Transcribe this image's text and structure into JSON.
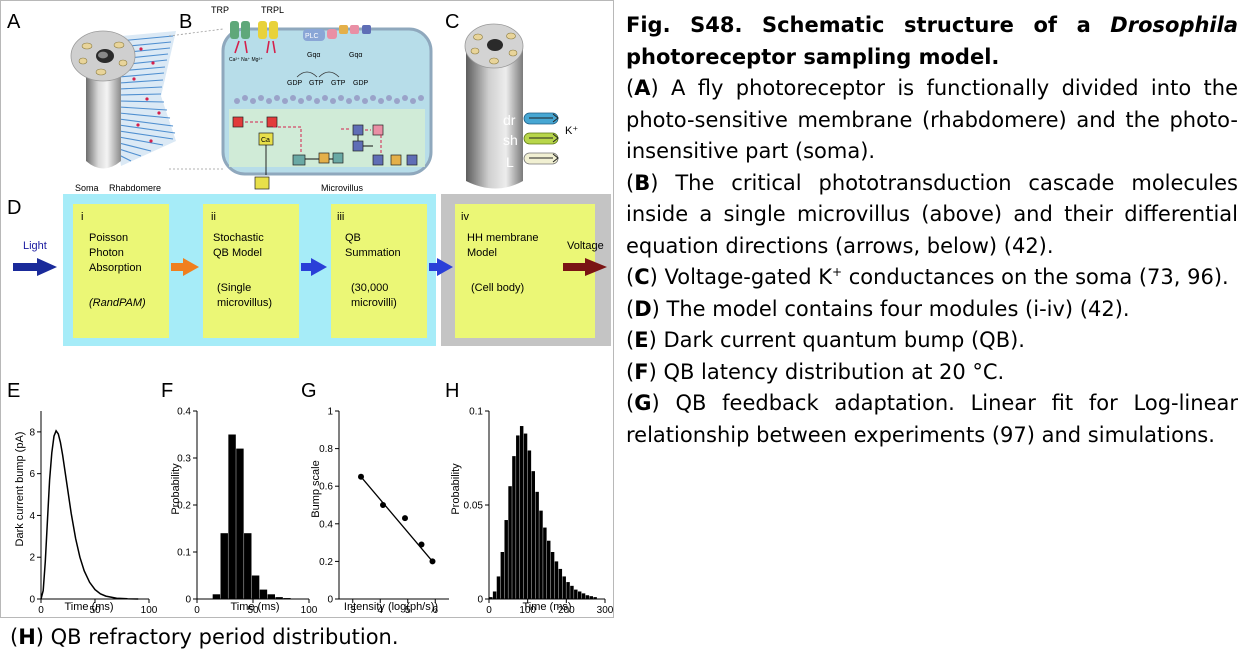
{
  "panels": {
    "A": {
      "letter": "A",
      "label_soma": "Soma",
      "label_rhabdomere": "Rhabdomere"
    },
    "B": {
      "letter": "B",
      "label_trp": "TRP",
      "label_trpl": "TRPL",
      "label_microvillus": "Microvillus",
      "ions": "Ca²⁺  Na⁺  Mg²⁺",
      "label_gdp1": "GDP",
      "label_gtp1": "GTP",
      "label_gtp2": "GTP",
      "label_gdp2": "GDP",
      "label_plc": "PLC",
      "label_gaq1": "Gqα",
      "label_gaq2": "Gqα",
      "label_ca": "Ca"
    },
    "C": {
      "letter": "C",
      "label_dr": "dr",
      "label_sh": "sh",
      "label_l": "L",
      "label_k": "K⁺"
    },
    "D": {
      "letter": "D",
      "input": "Light",
      "output": "Voltage",
      "modules": [
        {
          "num": "i",
          "lines": [
            "Poisson",
            "Photon",
            "Absorption"
          ],
          "extra": "(RandPAM)"
        },
        {
          "num": "ii",
          "lines": [
            "Stochastic",
            "QB Model"
          ],
          "extra": [
            "(Single",
            "microvillus)"
          ]
        },
        {
          "num": "iii",
          "lines": [
            "QB",
            "Summation"
          ],
          "extra": [
            "(30,000",
            "microvilli)"
          ]
        },
        {
          "num": "iv",
          "lines": [
            "HH membrane",
            "Model"
          ],
          "extra": "(Cell body)"
        }
      ]
    },
    "E": {
      "letter": "E",
      "ylabel": "Dark current bump (pA)",
      "xlabel": "Time (ms)"
    },
    "F": {
      "letter": "F",
      "ylabel": "Probability",
      "xlabel": "Time (ms)"
    },
    "G": {
      "letter": "G",
      "ylabel": "Bump scale",
      "xlabel": "Intensity (log(ph/s))"
    },
    "H": {
      "letter": "H",
      "ylabel": "Probability",
      "xlabel": "Time (ms)"
    }
  },
  "caption": {
    "title_part1": "Fig. S48. Schematic structure of a ",
    "title_italic": "Drosophila",
    "title_part2": " photoreceptor sampling model.",
    "items": [
      {
        "key": "A",
        "text": "A fly photoreceptor is functionally divided into the photo-sensitive membrane (rhabdomere) and the photo-insensitive part (soma)."
      },
      {
        "key": "B",
        "text": "The critical phototransduction cascade molecules inside a single microvillus (above) and their differential equation directions (arrows, below) (42)."
      },
      {
        "key": "C",
        "text_before": "Voltage-gated K",
        "sup": "+",
        "text_after": " conductances on the soma (73, 96)."
      },
      {
        "key": "D",
        "text": "The model contains four modules (i-iv) (42)."
      },
      {
        "key": "E",
        "text": "Dark current quantum bump (QB)."
      },
      {
        "key": "F",
        "text": "QB latency distribution at 20 °C."
      },
      {
        "key": "G",
        "text": "QB feedback adaptation. Linear fit for Log-linear relationship between experiments (97) and simulations."
      }
    ],
    "bottom": {
      "key": "H",
      "text": "QB refractory period distribution."
    }
  },
  "chart_data": [
    {
      "panel": "E",
      "type": "line",
      "xlabel": "Time (ms)",
      "ylabel": "Dark current bump (pA)",
      "xlim": [
        0,
        100
      ],
      "ylim": [
        0,
        9
      ],
      "xticks": [
        0,
        50,
        100
      ],
      "yticks": [
        0,
        2,
        4,
        6,
        8
      ],
      "x": [
        0,
        2,
        4,
        6,
        8,
        10,
        12,
        14,
        16,
        18,
        20,
        24,
        28,
        32,
        36,
        40,
        45,
        50,
        55,
        60,
        70,
        80,
        90
      ],
      "y": [
        0,
        0.4,
        1.8,
        3.8,
        5.7,
        7.0,
        7.8,
        8.05,
        7.9,
        7.5,
        6.9,
        5.5,
        4.1,
        2.9,
        2.0,
        1.35,
        0.8,
        0.45,
        0.25,
        0.14,
        0.04,
        0.01,
        0
      ]
    },
    {
      "panel": "F",
      "type": "bar",
      "xlabel": "Time (ms)",
      "ylabel": "Probability",
      "xlim": [
        0,
        100
      ],
      "ylim": [
        0,
        0.4
      ],
      "xticks": [
        0,
        50,
        100
      ],
      "yticks": [
        0,
        0.1,
        0.2,
        0.3,
        0.4
      ],
      "bin_width": 7,
      "bins": [
        17.5,
        24.5,
        31.5,
        38.5,
        45.5,
        52.5,
        59.5,
        66.5,
        73.5,
        80.5,
        87.5
      ],
      "values": [
        0.01,
        0.14,
        0.35,
        0.32,
        0.14,
        0.05,
        0.02,
        0.01,
        0.004,
        0.002,
        0.001
      ]
    },
    {
      "panel": "G",
      "type": "scatter",
      "xlabel": "Intensity (log(ph/s))",
      "ylabel": "Bump scale",
      "xlim": [
        2.5,
        6.5
      ],
      "ylim": [
        0,
        1
      ],
      "xticks": [
        3,
        4,
        5,
        6
      ],
      "yticks": [
        0,
        0.2,
        0.4,
        0.6,
        0.8,
        1
      ],
      "x": [
        3.3,
        4.1,
        4.9,
        5.5,
        5.9
      ],
      "y": [
        0.65,
        0.5,
        0.43,
        0.29,
        0.2
      ],
      "fit": {
        "x": [
          3.3,
          5.9
        ],
        "y": [
          0.65,
          0.2
        ]
      }
    },
    {
      "panel": "H",
      "type": "bar",
      "xlabel": "Time (ms)",
      "ylabel": "Probability",
      "xlim": [
        0,
        300
      ],
      "ylim": [
        0,
        0.1
      ],
      "xticks": [
        0,
        100,
        200,
        300
      ],
      "yticks": [
        0,
        0.05,
        0.1
      ],
      "bin_width": 10,
      "bins": [
        5,
        15,
        25,
        35,
        45,
        55,
        65,
        75,
        85,
        95,
        105,
        115,
        125,
        135,
        145,
        155,
        165,
        175,
        185,
        195,
        205,
        215,
        225,
        235,
        245,
        255,
        265,
        275
      ],
      "values": [
        0.001,
        0.004,
        0.012,
        0.025,
        0.042,
        0.06,
        0.076,
        0.087,
        0.092,
        0.088,
        0.079,
        0.068,
        0.057,
        0.047,
        0.038,
        0.031,
        0.025,
        0.02,
        0.016,
        0.012,
        0.009,
        0.007,
        0.005,
        0.004,
        0.003,
        0.002,
        0.0015,
        0.001
      ]
    }
  ]
}
